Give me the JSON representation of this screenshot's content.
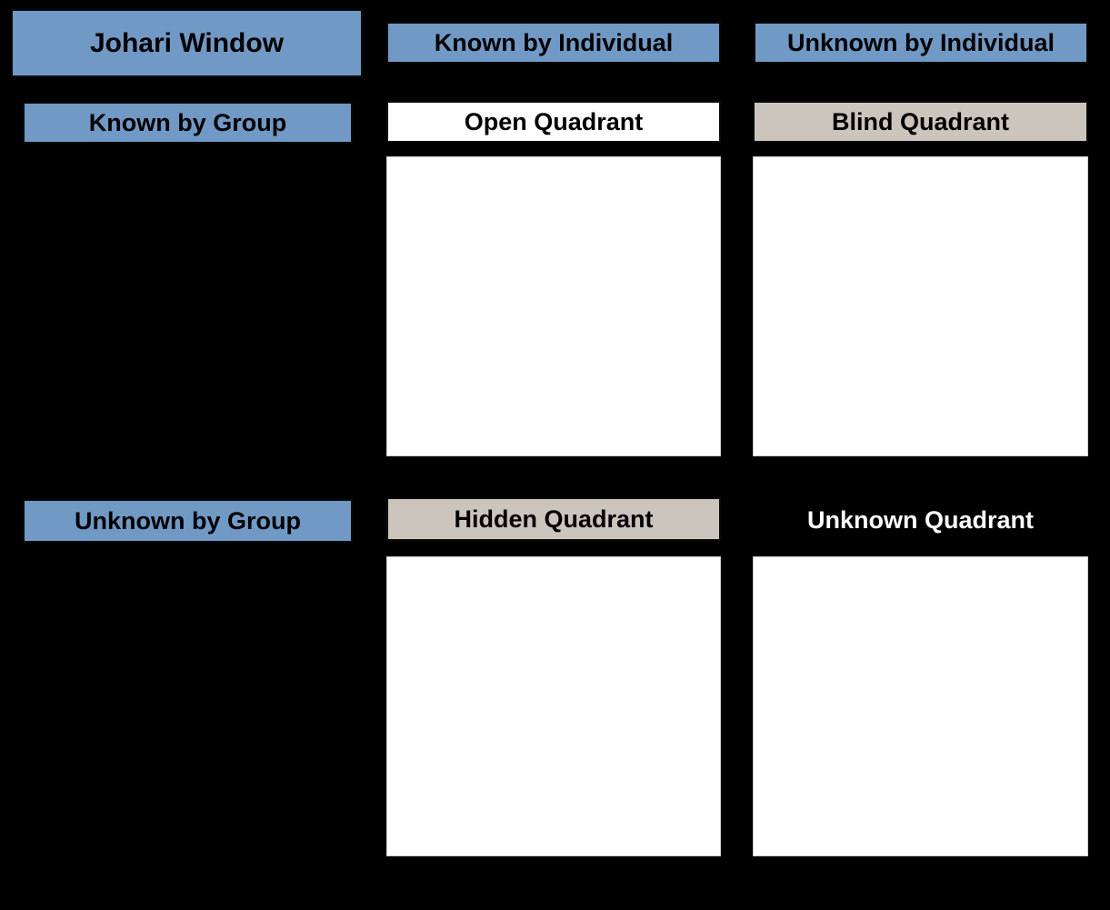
{
  "title": "Johari Window",
  "colors": {
    "blue": "#7199c6",
    "gray": "#cbc5bd",
    "white": "#ffffff",
    "background": "#000000",
    "text_dark": "#000000",
    "text_light": "#ffffff"
  },
  "column_headers": {
    "known_by_individual": "Known by Individual",
    "unknown_by_individual": "Unknown by Individual"
  },
  "row_headers": {
    "known_by_group": "Known by Group",
    "unknown_by_group": "Unknown by Group"
  },
  "quadrants": {
    "open": {
      "label": "Open Quadrant",
      "header_style": "white",
      "content": ""
    },
    "blind": {
      "label": "Blind Quadrant",
      "header_style": "gray",
      "content": ""
    },
    "hidden": {
      "label": "Hidden Quadrant",
      "header_style": "gray",
      "content": ""
    },
    "unknown": {
      "label": "Unknown Quadrant",
      "header_style": "none",
      "content": ""
    }
  }
}
